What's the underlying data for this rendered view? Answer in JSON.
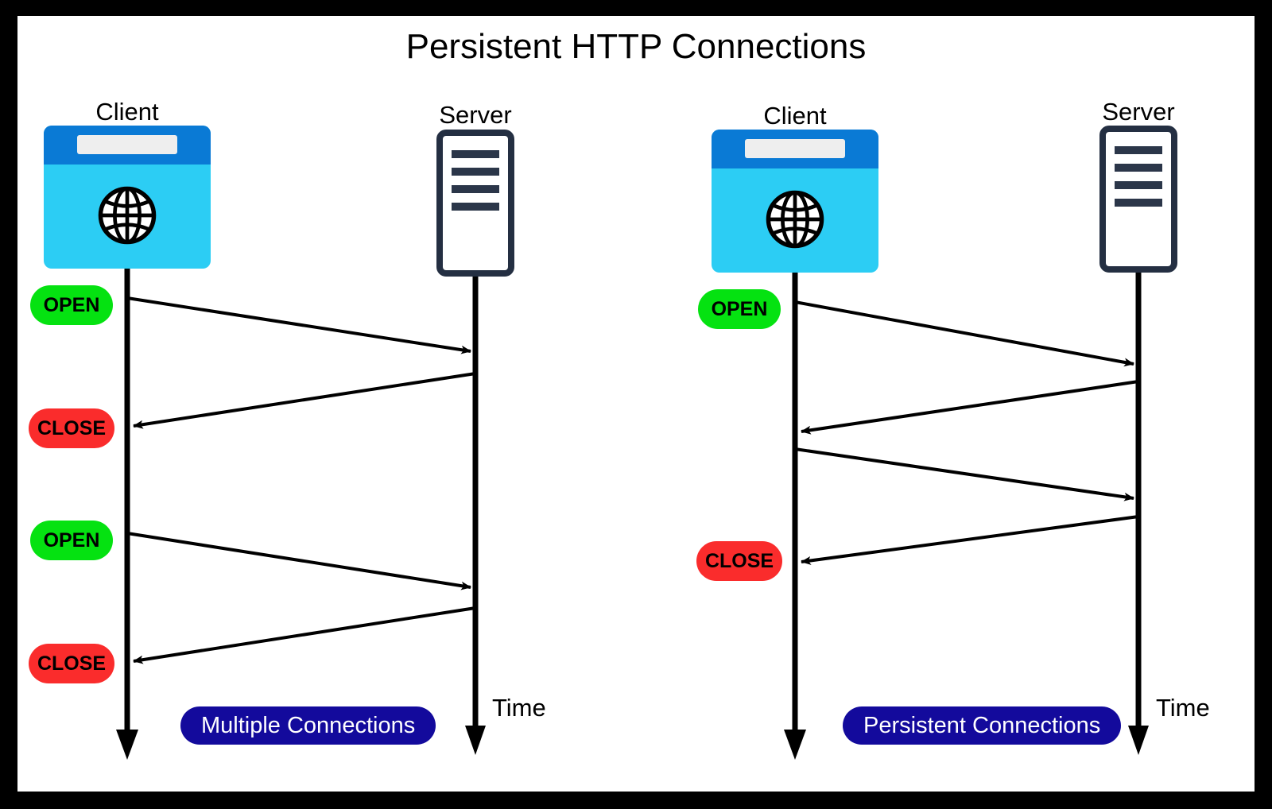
{
  "page": {
    "title": "Persistent HTTP Connections",
    "background": "#000000",
    "canvas_background": "#ffffff"
  },
  "colors": {
    "open_badge": "#05e211",
    "close_badge": "#fa2c2c",
    "caption_pill": "#130a9c",
    "client_titlebar": "#0a7ad5",
    "client_body": "#2ccdf4",
    "server_outline": "#242f42",
    "line": "#000000"
  },
  "panels": [
    {
      "id": "multiple-connections",
      "caption": "Multiple Connections",
      "time_label": "Time",
      "actors": [
        {
          "id": "client",
          "label": "Client",
          "icon": "browser-window-icon"
        },
        {
          "id": "server",
          "label": "Server",
          "icon": "server-rack-icon"
        }
      ],
      "badges": [
        {
          "label": "OPEN",
          "state": "open"
        },
        {
          "label": "CLOSE",
          "state": "close"
        },
        {
          "label": "OPEN",
          "state": "open"
        },
        {
          "label": "CLOSE",
          "state": "close"
        }
      ],
      "messages": [
        {
          "direction": "client-to-server",
          "index": 1
        },
        {
          "direction": "server-to-client",
          "index": 2
        },
        {
          "direction": "client-to-server",
          "index": 3
        },
        {
          "direction": "server-to-client",
          "index": 4
        }
      ]
    },
    {
      "id": "persistent-connections",
      "caption": "Persistent Connections",
      "time_label": "Time",
      "actors": [
        {
          "id": "client",
          "label": "Client",
          "icon": "browser-window-icon"
        },
        {
          "id": "server",
          "label": "Server",
          "icon": "server-rack-icon"
        }
      ],
      "badges": [
        {
          "label": "OPEN",
          "state": "open"
        },
        {
          "label": "CLOSE",
          "state": "close"
        }
      ],
      "messages": [
        {
          "direction": "client-to-server",
          "index": 1
        },
        {
          "direction": "server-to-client",
          "index": 2
        },
        {
          "direction": "client-to-server",
          "index": 3
        },
        {
          "direction": "server-to-client",
          "index": 4
        }
      ]
    }
  ]
}
